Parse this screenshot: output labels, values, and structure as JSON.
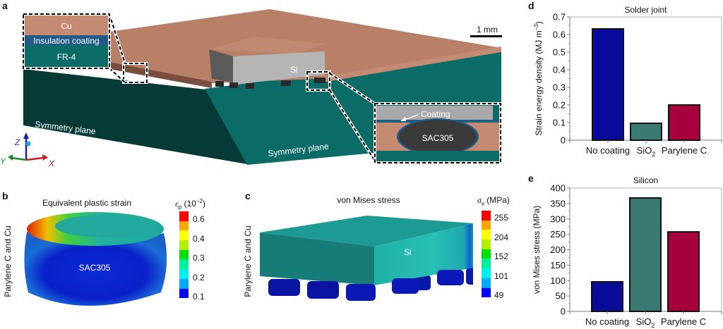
{
  "panels": {
    "a": {
      "letter": "a",
      "inset_top_left": {
        "cu": "Cu",
        "insulation": "Insulation coating",
        "fr4": "FR-4"
      },
      "inset_bottom_right": {
        "coating": "Coating",
        "solder": "SAC305"
      },
      "si_label": "Si",
      "scale_bar": "1 mm",
      "symmetry_plane_1": "Symmetry plane",
      "symmetry_plane_2": "Symmetry plane",
      "axes": {
        "z": "Z",
        "y": "Y",
        "x": "X"
      },
      "colors": {
        "cu": "#c48a72",
        "fr4": "#0b6b66",
        "fr4_dark": "#053a37",
        "coating": "#1f5a8a",
        "si": "#b8b8b8",
        "solder": "#3a3a3a"
      }
    },
    "b": {
      "letter": "b",
      "title": "Equivalent plastic strain",
      "side_label": "Parylene C and Cu",
      "object_label": "SAC305",
      "legend_title": "εp (10⁻²)",
      "legend_symbol": "ε",
      "legend_sub": "p",
      "legend_unit": "(10",
      "legend_exp": "−2",
      "legend_ticks": [
        "0.6",
        "0.4",
        "0.3",
        "0.2",
        "0.1"
      ],
      "legend_colors": [
        "#ff0000",
        "#ffa500",
        "#ffff00",
        "#b0f000",
        "#00e000",
        "#00f0a0",
        "#00f0f0",
        "#00a8ff",
        "#0000ff"
      ]
    },
    "c": {
      "letter": "c",
      "title": "von Mises stress",
      "side_label": "Parylene C and Cu",
      "object_label": "Si",
      "legend_symbol": "σ",
      "legend_sub": "v",
      "legend_unit": "(MPa)",
      "legend_ticks": [
        "255",
        "204",
        "152",
        "101",
        "49"
      ],
      "legend_colors": [
        "#ff0000",
        "#ffa500",
        "#ffff00",
        "#b0f000",
        "#00e000",
        "#00f0a0",
        "#00f0f0",
        "#00a8ff",
        "#0000ff"
      ]
    },
    "d": {
      "letter": "d"
    },
    "e": {
      "letter": "e"
    }
  },
  "chart_data": [
    {
      "type": "bar",
      "panel": "d",
      "title": "Solder joint",
      "xlabel": "",
      "ylabel": "Strain energy density (MJ m⁻³)",
      "ylabel_main": "Strain energy density (MJ m",
      "ylabel_exp": "−3",
      "categories": [
        "No coating",
        "SiO2",
        "Parylene C"
      ],
      "category_labels": [
        {
          "main": "No coating",
          "sub": ""
        },
        {
          "main": "SiO",
          "sub": "2"
        },
        {
          "main": "Parylene C",
          "sub": ""
        }
      ],
      "values": [
        0.632,
        0.096,
        0.2
      ],
      "colors": [
        "#0a0a9a",
        "#3a7a72",
        "#a8003f"
      ],
      "ylim": [
        0,
        0.7
      ],
      "yticks": [
        "0",
        "0.1",
        "0.2",
        "0.3",
        "0.4",
        "0.5",
        "0.6",
        "0.7"
      ],
      "grid": false,
      "legend": "none"
    },
    {
      "type": "bar",
      "panel": "e",
      "title": "Silicon",
      "xlabel": "",
      "ylabel": "von Mises stress (MPa)",
      "ylabel_main": "von Mises stress (MPa)",
      "ylabel_exp": "",
      "categories": [
        "No coating",
        "SiO2",
        "Parylene C"
      ],
      "category_labels": [
        {
          "main": "No coating",
          "sub": ""
        },
        {
          "main": "SiO",
          "sub": "2"
        },
        {
          "main": "Parylene C",
          "sub": ""
        }
      ],
      "values": [
        96,
        368,
        258
      ],
      "colors": [
        "#0a0a9a",
        "#3a7a72",
        "#a8003f"
      ],
      "ylim": [
        0,
        400
      ],
      "yticks": [
        "0",
        "50",
        "100",
        "150",
        "200",
        "250",
        "300",
        "350",
        "400"
      ],
      "grid": false,
      "legend": "none"
    }
  ]
}
